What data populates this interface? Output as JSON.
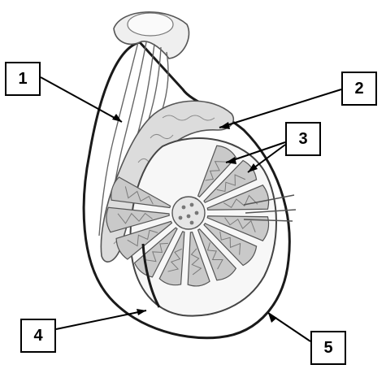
{
  "labels": {
    "l1": "1",
    "l2": "2",
    "l3": "3",
    "l4": "4",
    "l5": "5"
  },
  "colors": {
    "line": "#000000",
    "organ_stroke": "#6b6b6b",
    "organ_fill": "#f4f4f4",
    "lobule_fill": "#c9c9c9",
    "outer_layer": "#1a1a1a"
  },
  "lobule_count": 12
}
